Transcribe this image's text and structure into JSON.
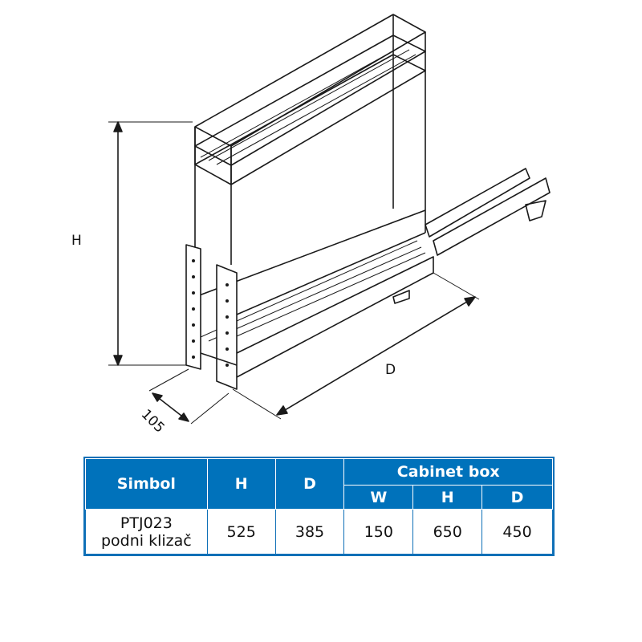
{
  "dimensions": {
    "height_label": "H",
    "depth_label": "D",
    "width_label": "105"
  },
  "table": {
    "headers": {
      "simbol": "Simbol",
      "h": "H",
      "d": "D",
      "cabinet_box": "Cabinet box",
      "cab_w": "W",
      "cab_h": "H",
      "cab_d": "D"
    },
    "row": {
      "code": "PTJ023",
      "name": "podni klizač",
      "h": "525",
      "d": "385",
      "cab_w": "150",
      "cab_h": "650",
      "cab_d": "450"
    }
  },
  "colors": {
    "header": "#0072bb",
    "line": "#1a1a1a"
  }
}
